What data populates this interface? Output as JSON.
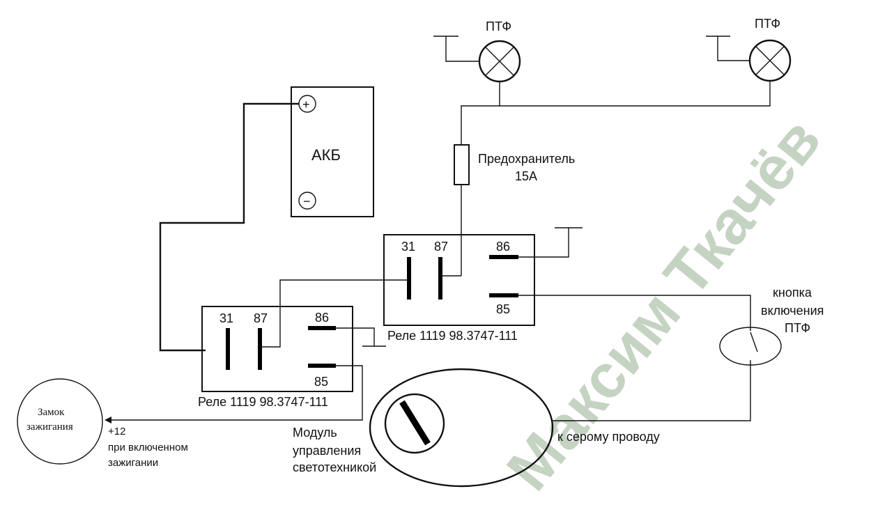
{
  "labels": {
    "lamp_left": "ПТФ",
    "lamp_right": "ПТФ",
    "battery": "АКБ",
    "battery_plus": "+",
    "battery_minus": "−",
    "fuse_line1": "Предохранитель",
    "fuse_line2": "15А",
    "relay_right_pin31": "31",
    "relay_right_pin87": "87",
    "relay_right_pin86": "86",
    "relay_right_pin85": "85",
    "relay_right_name": "Реле 1119 98.3747-111",
    "relay_left_pin31": "31",
    "relay_left_pin87": "87",
    "relay_left_pin86": "86",
    "relay_left_pin85": "85",
    "relay_left_name": "Реле 1119 98.3747-111",
    "button_line1": "кнопка",
    "button_line2": "включения",
    "button_line3": "ПТФ",
    "ignition_line1": "Замок",
    "ignition_line2": "зажигания",
    "plus12_line1": "+12",
    "plus12_line2": "при включенном",
    "plus12_line3": "зажигании",
    "module_line1": "Модуль",
    "module_line2": "управления",
    "module_line3": "светотехникой",
    "gray_wire": "к серому проводу",
    "watermark": "Максим Ткачёв"
  }
}
